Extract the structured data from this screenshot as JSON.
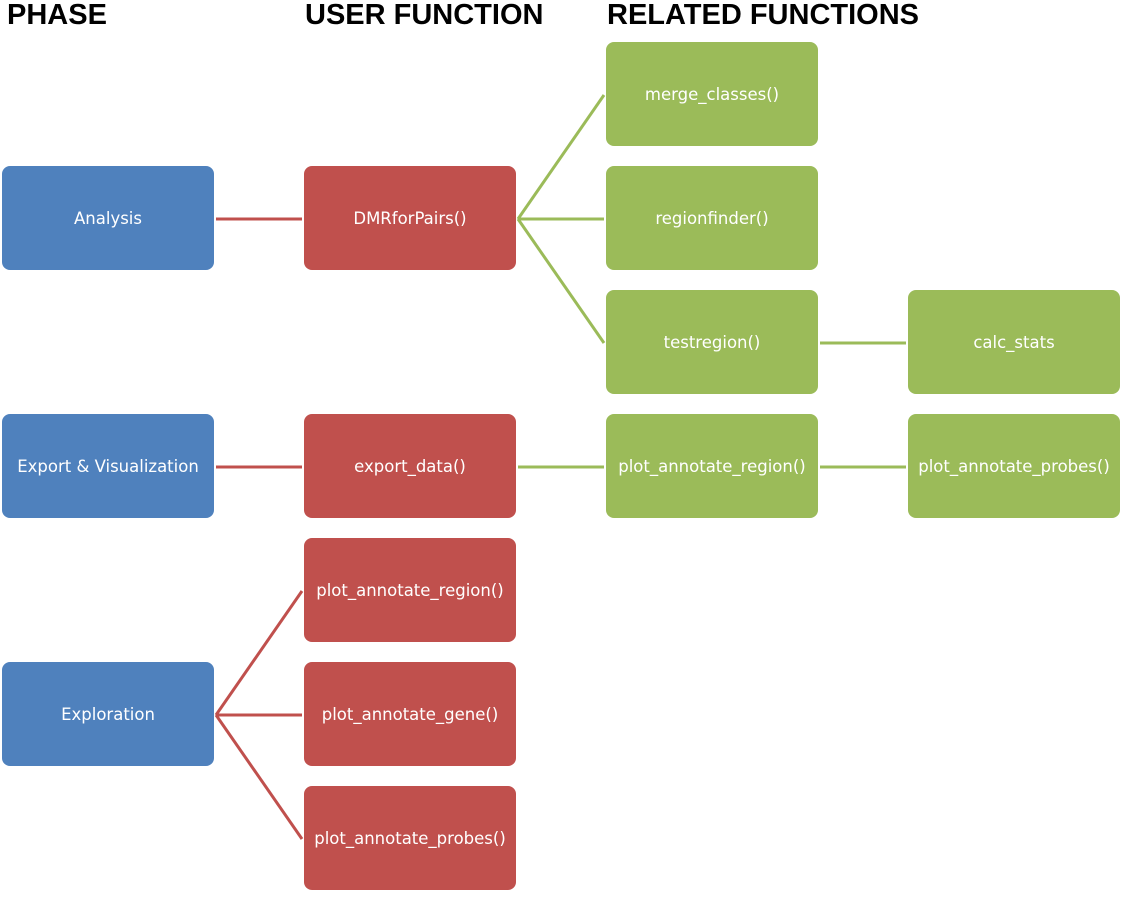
{
  "headings": {
    "phase": "PHASE",
    "user_function": "USER FUNCTION",
    "related_functions": "RELATED FUNCTIONS"
  },
  "colors": {
    "phase": "#4f81bd",
    "user_function": "#c0504d",
    "related_function": "#9bbb59"
  },
  "phases": {
    "analysis": "Analysis",
    "export": "Export & Visualization",
    "exploration": "Exploration"
  },
  "user_functions": {
    "dmr_for_pairs": "DMRforPairs()",
    "export_data": "export_data()",
    "plot_annotate_region": "plot_annotate_region()",
    "plot_annotate_gene": "plot_annotate_gene()",
    "plot_annotate_probes": "plot_annotate_probes()"
  },
  "related_functions": {
    "merge_classes": "merge_classes()",
    "regionfinder": "regionfinder()",
    "testregion": "testregion()",
    "calc_stats": "calc_stats",
    "plot_annotate_region": "plot_annotate_region()",
    "plot_annotate_probes": "plot_annotate_probes()"
  }
}
